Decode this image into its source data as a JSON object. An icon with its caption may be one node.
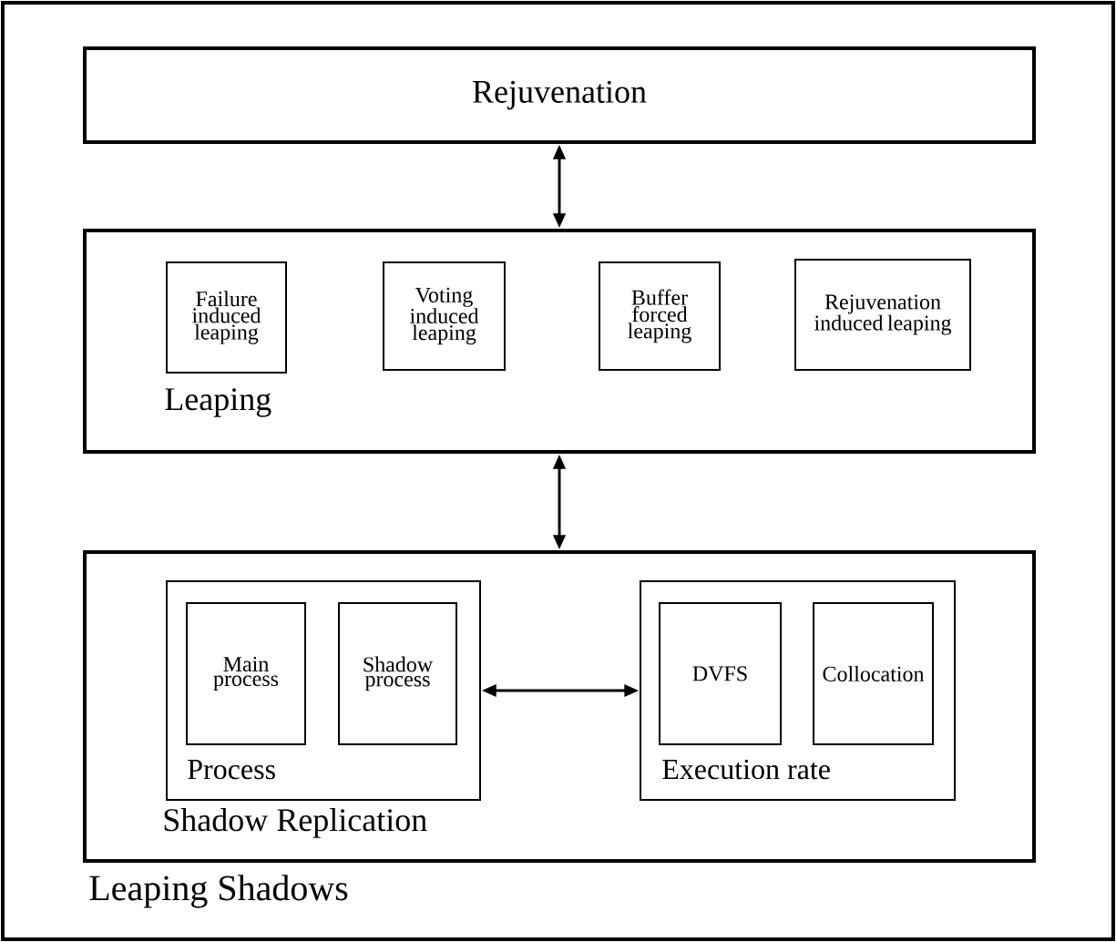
{
  "diagram": {
    "nodes": [
      {
        "text": [
          "Leaping Shadows"
        ]
      },
      {
        "text": [
          "Rejuvenation"
        ],
        "in": 0
      },
      {
        "text": [
          "Leaping"
        ],
        "in": 0
      },
      {
        "text": [
          "Failure induced leaping"
        ],
        "in": 2
      },
      {
        "text": [
          "Voting induced leaping"
        ],
        "in": 2
      },
      {
        "text": [
          "Buffer forced leaping"
        ],
        "in": 2
      },
      {
        "text": [
          "Rejuvenation induced leaping"
        ],
        "in": 2
      },
      {
        "text": [
          "Shadow Replication"
        ],
        "in": 0
      },
      {
        "text": [
          "Process"
        ],
        "in": 7
      },
      {
        "text": [
          "Main process"
        ],
        "in": 8
      },
      {
        "text": [
          "Shadow process"
        ],
        "in": 8
      },
      {
        "text": [
          "Execution rate"
        ],
        "in": 7
      },
      {
        "text": [
          "DVFS"
        ],
        "in": 11
      },
      {
        "text": [
          "Collocation"
        ],
        "in": 11
      }
    ],
    "edges": [
      {
        "from": 1,
        "to": 2,
        "arrow": "both"
      },
      {
        "from": 2,
        "to": 7,
        "arrow": "both"
      },
      {
        "from": 8,
        "to": 11,
        "arrow": "both"
      }
    ]
  }
}
